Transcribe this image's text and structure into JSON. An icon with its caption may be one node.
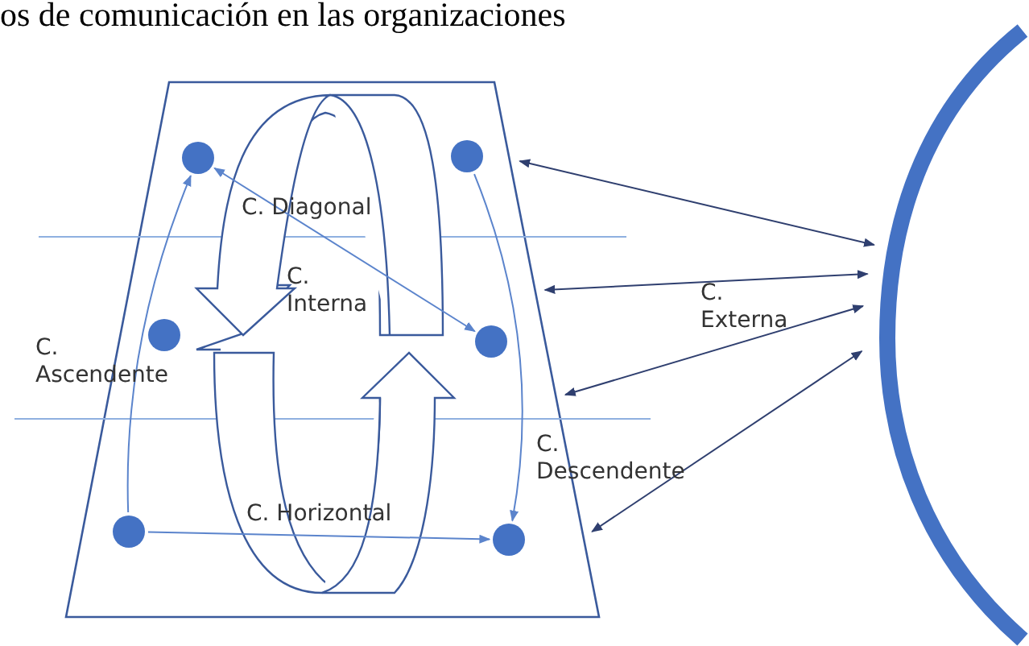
{
  "diagram": {
    "title": "os de comunicación en las organizaciones",
    "nodes": [
      {
        "text": [],
        "shape": "trapezoid"
      },
      {
        "text": [],
        "shape": "circle",
        "in": 0
      },
      {
        "text": [],
        "shape": "circle",
        "in": 0
      },
      {
        "text": [],
        "shape": "circle",
        "in": 0
      },
      {
        "text": [],
        "shape": "circle",
        "in": 0
      },
      {
        "text": [],
        "shape": "circle",
        "in": 0
      },
      {
        "text": [],
        "shape": "circle",
        "in": 0
      },
      {
        "text": [],
        "shape": "arc"
      }
    ],
    "edges": [
      {
        "from": 1,
        "to": 4,
        "arrow": "both"
      },
      {
        "from": 5,
        "to": 6,
        "arrow": "to"
      },
      {
        "from": 5,
        "to": 1,
        "arrow": "to"
      },
      {
        "from": 2,
        "to": 6,
        "arrow": "to"
      },
      {
        "from": 0,
        "to": 7,
        "arrow": "both",
        "color": "#2f3f6f"
      },
      {
        "from": 0,
        "to": 7,
        "arrow": "both",
        "color": "#2f3f6f"
      },
      {
        "from": 0,
        "to": 7,
        "arrow": "both",
        "color": "#2f3f6f"
      },
      {
        "from": 0,
        "to": 7,
        "arrow": "both",
        "color": "#2f3f6f"
      }
    ],
    "labels": [
      "C. Diagonal",
      "C. Interna",
      "C. Ascendente",
      "C. Descendente",
      "C. Horizontal",
      "C. Externa"
    ]
  }
}
